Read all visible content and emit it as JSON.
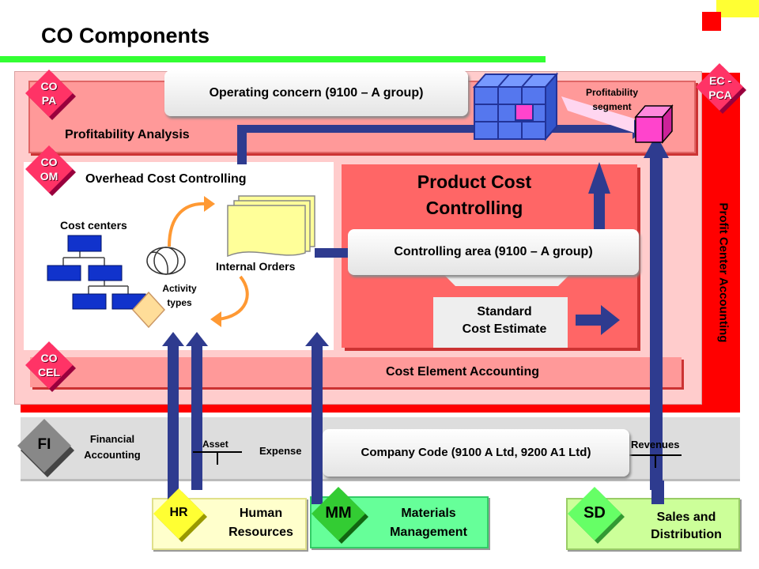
{
  "page": {
    "title": "CO Components"
  },
  "diamonds": {
    "copa": "CO\nPA",
    "coom": "CO\nOM",
    "cocel": "CO\nCEL",
    "ecpca": "EC -\nPCA",
    "fi": "FI",
    "hr": "HR",
    "mm": "MM",
    "sd": "SD"
  },
  "labels": {
    "operating_concern": "Operating concern (9100 – A group)",
    "profitability_segment": "Profitability\nsegment",
    "profitability_analysis": "Profitability Analysis",
    "overhead": "Overhead Cost Controlling",
    "cost_centers": "Cost centers",
    "internal_orders": "Internal Orders",
    "activity_types": "Activity\ntypes",
    "product_cost": "Product Cost\nControlling",
    "controlling_area": "Controlling area (9100 – A  group)",
    "standard_cost": "Standard\nCost Estimate",
    "cost_element": "Cost Element Accounting",
    "profit_center": "Profit  Center Accounting",
    "financial_accounting": "Financial\nAccounting",
    "asset": "Asset",
    "expense": "Expense",
    "company_code": "Company Code (9100 A Ltd, 9200 A1 Ltd)",
    "revenues": "Revenues",
    "human_resources": "Human\nResources",
    "materials_management": "Materials\nManagement",
    "sales_distribution": "Sales and\nDistribution"
  },
  "colors": {
    "red": "#ff0000",
    "pink": "#ffcccc",
    "salmon": "#ff9999",
    "pcc": "#ff6666",
    "arrow": "#2e3b8f",
    "fi_gray": "#666666",
    "hr_yellow": "#ffff33",
    "mm_green": "#33cc33",
    "sd_green": "#66ff66"
  }
}
